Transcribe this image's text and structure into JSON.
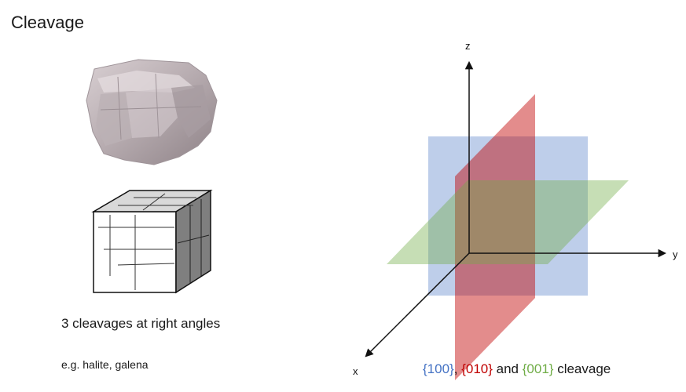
{
  "title": "Cleavage",
  "caption": "3 cleavages at right angles",
  "examples": "e.g. halite, galena",
  "crystal_photo": {
    "icon": "halite-crystal-photo",
    "color": "#a89aa0"
  },
  "cube_sketch": {
    "icon": "cube-with-cleavage-lines-icon"
  },
  "axes": {
    "x_label": "x",
    "y_label": "y",
    "z_label": "z"
  },
  "planes": {
    "p100": {
      "label": "{100}",
      "color": "#4472c4"
    },
    "p010": {
      "label": "{010}",
      "color": "#c00000"
    },
    "p001": {
      "label": "{001}",
      "color": "#70ad47"
    }
  },
  "legend": {
    "sep1": ", ",
    "sep2": " and ",
    "suffix": " cleavage"
  }
}
